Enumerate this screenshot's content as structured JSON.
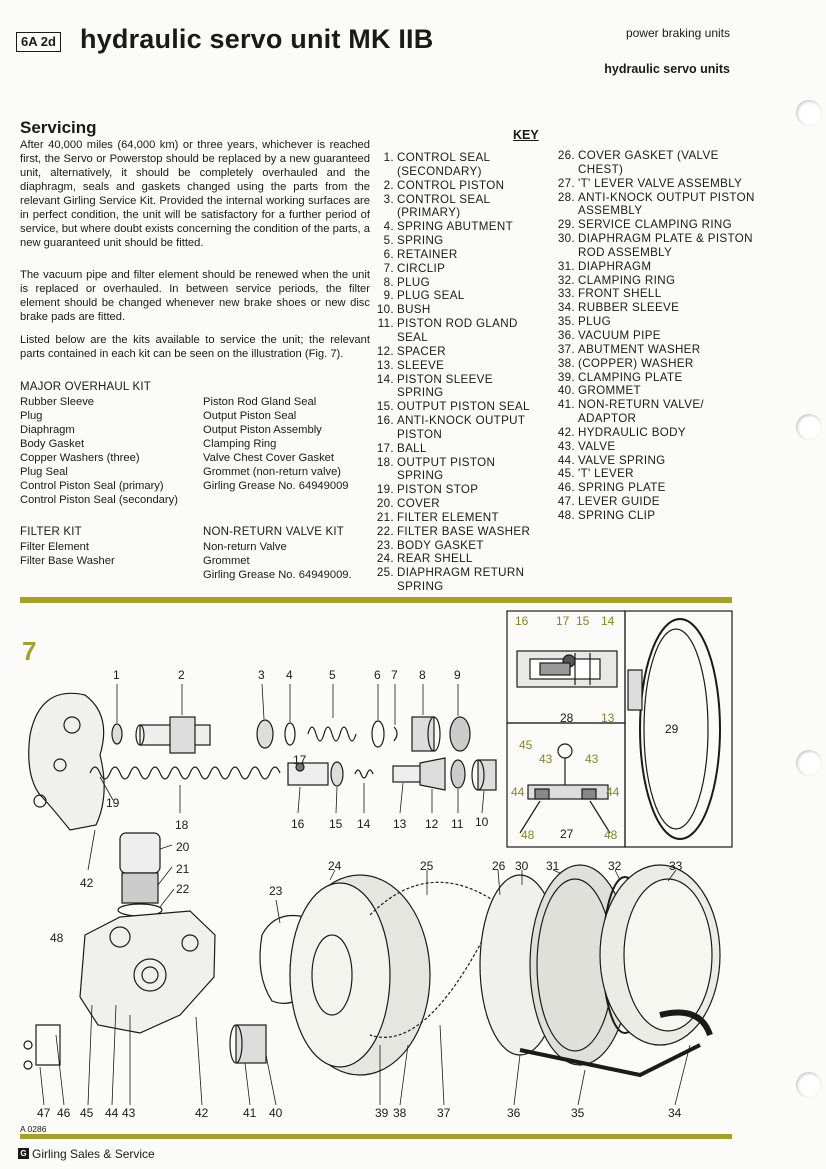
{
  "header": {
    "section_code": "6A 2d",
    "title": "hydraulic servo unit MK IIB",
    "category": "power braking units",
    "subcategory": "hydraulic servo units"
  },
  "servicing": {
    "heading": "Servicing",
    "paragraphs": [
      "After 40,000 miles (64,000 km) or three years, whichever is reached first, the Servo or Powerstop should be replaced by a new guaranteed unit, alternatively, it should be completely overhauled and the diaphragm, seals and gaskets changed using the parts from the relevant Girling Service Kit. Provided the internal working surfaces are in perfect condition, the unit will be satisfactory for a further period of service, but where doubt exists concerning the condition of the parts, a new guaranteed unit should be fitted.",
      "The vacuum pipe and filter element should be renewed when the unit is replaced or overhauled. In between service periods, the filter element should be changed whenever new brake shoes or new disc brake pads are fitted.",
      "Listed below are the kits available to service the unit; the relevant parts contained in each kit can be seen on the illustration (Fig. 7)."
    ]
  },
  "kits": {
    "major_overhaul": {
      "heading": "MAJOR OVERHAUL KIT",
      "col1": [
        "Rubber Sleeve",
        "Plug",
        "Diaphragm",
        "Body Gasket",
        "Copper Washers (three)",
        "Plug Seal",
        "Control Piston Seal (primary)",
        "Control Piston Seal (secondary)"
      ],
      "col2": [
        "Piston Rod Gland Seal",
        "Output Piston Seal",
        "Output Piston Assembly",
        "Clamping Ring",
        "Valve Chest Cover Gasket",
        "Grommet (non-return valve)",
        "Girling Grease No. 64949009"
      ]
    },
    "filter": {
      "heading": "FILTER KIT",
      "items": [
        "Filter Element",
        "Filter Base Washer"
      ]
    },
    "non_return_valve": {
      "heading": "NON-RETURN VALVE KIT",
      "items": [
        "Non-return Valve",
        "Grommet",
        "Girling Grease No. 64949009."
      ]
    }
  },
  "key": {
    "heading": "KEY",
    "left": [
      {
        "n": "1.",
        "t": "CONTROL SEAL (SECONDARY)"
      },
      {
        "n": "2.",
        "t": "CONTROL PISTON"
      },
      {
        "n": "3.",
        "t": "CONTROL SEAL (PRIMARY)"
      },
      {
        "n": "4.",
        "t": "SPRING ABUTMENT"
      },
      {
        "n": "5.",
        "t": "SPRING"
      },
      {
        "n": "6.",
        "t": "RETAINER"
      },
      {
        "n": "7.",
        "t": "CIRCLIP"
      },
      {
        "n": "8.",
        "t": "PLUG"
      },
      {
        "n": "9.",
        "t": "PLUG SEAL"
      },
      {
        "n": "10.",
        "t": "BUSH"
      },
      {
        "n": "11.",
        "t": "PISTON ROD GLAND SEAL"
      },
      {
        "n": "12.",
        "t": "SPACER"
      },
      {
        "n": "13.",
        "t": "SLEEVE"
      },
      {
        "n": "14.",
        "t": "PISTON SLEEVE SPRING"
      },
      {
        "n": "15.",
        "t": "OUTPUT PISTON SEAL"
      },
      {
        "n": "16.",
        "t": "ANTI-KNOCK OUTPUT PISTON"
      },
      {
        "n": "17.",
        "t": "BALL"
      },
      {
        "n": "18.",
        "t": "OUTPUT PISTON SPRING"
      },
      {
        "n": "19.",
        "t": "PISTON STOP"
      },
      {
        "n": "20.",
        "t": "COVER"
      },
      {
        "n": "21.",
        "t": "FILTER ELEMENT"
      },
      {
        "n": "22.",
        "t": "FILTER BASE WASHER"
      },
      {
        "n": "23.",
        "t": "BODY GASKET"
      },
      {
        "n": "24.",
        "t": "REAR SHELL"
      },
      {
        "n": "25.",
        "t": "DIAPHRAGM RETURN SPRING"
      }
    ],
    "right": [
      {
        "n": "26.",
        "t": "COVER GASKET (VALVE CHEST)"
      },
      {
        "n": "27.",
        "t": "'T' LEVER VALVE ASSEMBLY"
      },
      {
        "n": "28.",
        "t": "ANTI-KNOCK OUTPUT PISTON ASSEMBLY"
      },
      {
        "n": "29.",
        "t": "SERVICE CLAMPING RING"
      },
      {
        "n": "30.",
        "t": "DIAPHRAGM PLATE & PISTON ROD ASSEMBLY"
      },
      {
        "n": "31.",
        "t": "DIAPHRAGM"
      },
      {
        "n": "32.",
        "t": "CLAMPING RING"
      },
      {
        "n": "33.",
        "t": "FRONT SHELL"
      },
      {
        "n": "34.",
        "t": "RUBBER SLEEVE"
      },
      {
        "n": "35.",
        "t": "PLUG"
      },
      {
        "n": "36.",
        "t": "VACUUM PIPE"
      },
      {
        "n": "37.",
        "t": "ABUTMENT WASHER"
      },
      {
        "n": "38.",
        "t": "(COPPER) WASHER"
      },
      {
        "n": "39.",
        "t": "CLAMPING PLATE"
      },
      {
        "n": "40.",
        "t": "GROMMET"
      },
      {
        "n": "41.",
        "t": "NON-RETURN VALVE/ ADAPTOR"
      },
      {
        "n": "42.",
        "t": "HYDRAULIC BODY"
      },
      {
        "n": "43.",
        "t": "VALVE"
      },
      {
        "n": "44.",
        "t": "VALVE SPRING"
      },
      {
        "n": "45.",
        "t": "'T' LEVER"
      },
      {
        "n": "46.",
        "t": "SPRING PLATE"
      },
      {
        "n": "47.",
        "t": "LEVER GUIDE"
      },
      {
        "n": "48.",
        "t": "SPRING CLIP"
      }
    ]
  },
  "figure": {
    "number": "7",
    "ref": "A 0286",
    "labels": {
      "l1": "1",
      "l2": "2",
      "l3": "3",
      "l4": "4",
      "l5": "5",
      "l6": "6",
      "l7": "7",
      "l8": "8",
      "l9": "9",
      "l10": "10",
      "l11": "11",
      "l12": "12",
      "l13": "13",
      "l14": "14",
      "l15": "15",
      "l16": "16",
      "l17": "17",
      "l18": "18",
      "l19": "19",
      "l20": "20",
      "l21": "21",
      "l22": "22",
      "l23": "23",
      "l24": "24",
      "l25": "25",
      "l26": "26",
      "l27": "27",
      "l28": "28",
      "l29": "29",
      "l30": "30",
      "l31": "31",
      "l32": "32",
      "l33": "33",
      "l34": "34",
      "l35": "35",
      "l36": "36",
      "l37": "37",
      "l38": "38",
      "l39": "39",
      "l40": "40",
      "l41": "41",
      "l42": "42",
      "l43": "43",
      "l44": "44",
      "l45": "45",
      "l46": "46",
      "l47": "47",
      "l48": "48"
    }
  },
  "footer": {
    "logo_letter": "G",
    "text": "Girling Sales & Service"
  },
  "colors": {
    "accent": "#a6a125",
    "text": "#1a1a1a"
  }
}
